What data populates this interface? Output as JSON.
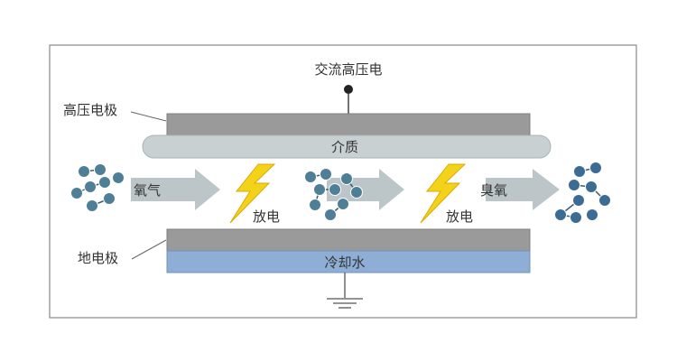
{
  "labels": {
    "ac_high_voltage": "交流高压电",
    "high_voltage_electrode": "高压电极",
    "dielectric": "介质",
    "oxygen": "氧气",
    "discharge_1": "放电",
    "discharge_2": "放电",
    "ozone": "臭氧",
    "ground_electrode": "地电极",
    "cooling_water": "冷却水"
  },
  "colors": {
    "frame": "#888888",
    "electrode": "#9a9a9a",
    "electrode_edge": "#7d7d7d",
    "dielectric": "#c9d0d2",
    "cooling_water": "#8eaed6",
    "arrow": "#bcc6c9",
    "lightning": "#f3d21a",
    "lightning_edge": "#e0a800",
    "molecule_oxygen": "#4f7f97",
    "molecule_ozone": "#3c6b94"
  },
  "icons": [
    "lightning-bolt-icon",
    "ground-symbol-icon",
    "molecule-icon"
  ]
}
